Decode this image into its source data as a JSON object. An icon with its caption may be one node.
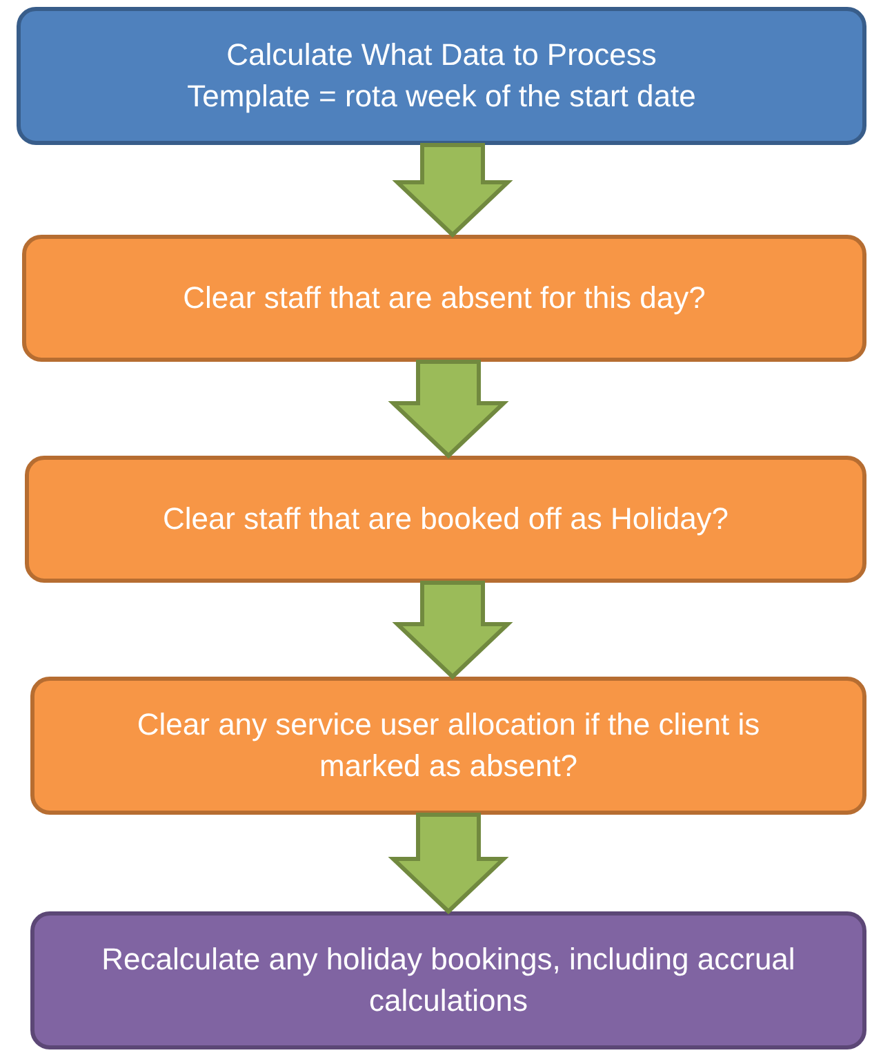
{
  "diagram": {
    "nodes": [
      {
        "text": [
          "Calculate What Data to Process",
          "Template = rota week of the start date"
        ]
      },
      {
        "text": [
          "Clear staff that are absent for this day?"
        ]
      },
      {
        "text": [
          "Clear staff that are booked off as Holiday?"
        ]
      },
      {
        "text": [
          "Clear any service user allocation if the client is marked as absent?"
        ]
      },
      {
        "text": [
          "Recalculate any holiday bookings, including accrual calculations"
        ]
      }
    ],
    "edges": [
      {
        "from": 0,
        "to": 1,
        "arrow": "to"
      },
      {
        "from": 1,
        "to": 2,
        "arrow": "to"
      },
      {
        "from": 2,
        "to": 3,
        "arrow": "to"
      },
      {
        "from": 3,
        "to": 4,
        "arrow": "to"
      }
    ]
  }
}
